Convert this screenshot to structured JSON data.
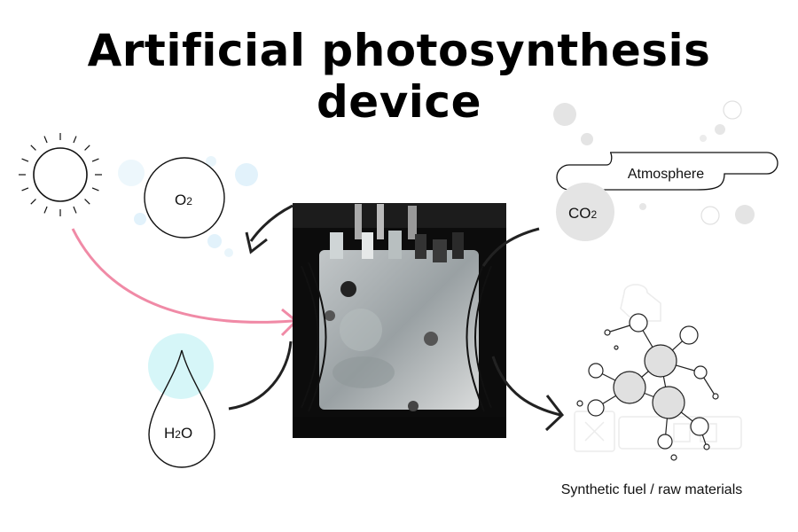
{
  "title": "Artificial photosynthesis device",
  "nodes": {
    "oxygen": {
      "text": "O",
      "sub": "2"
    },
    "water": {
      "pre": "H",
      "sub": "2",
      "post": "O"
    },
    "atmosphere": {
      "text": "Atmosphere"
    },
    "co2": {
      "text": "CO",
      "sub": "2"
    }
  },
  "caption": "Synthetic fuel / raw materials",
  "colors": {
    "sunlight_arrow": "#f08aa6",
    "water_halo": "#d6f6f8",
    "bubble_blue": "#e2f2fb",
    "bubble_grey": "#e4e4e4",
    "molecule_fill": "#e0e0e0",
    "line": "#222222"
  },
  "icons": [
    "sun-icon",
    "water-drop-icon",
    "molecule-icon",
    "device-photo"
  ]
}
